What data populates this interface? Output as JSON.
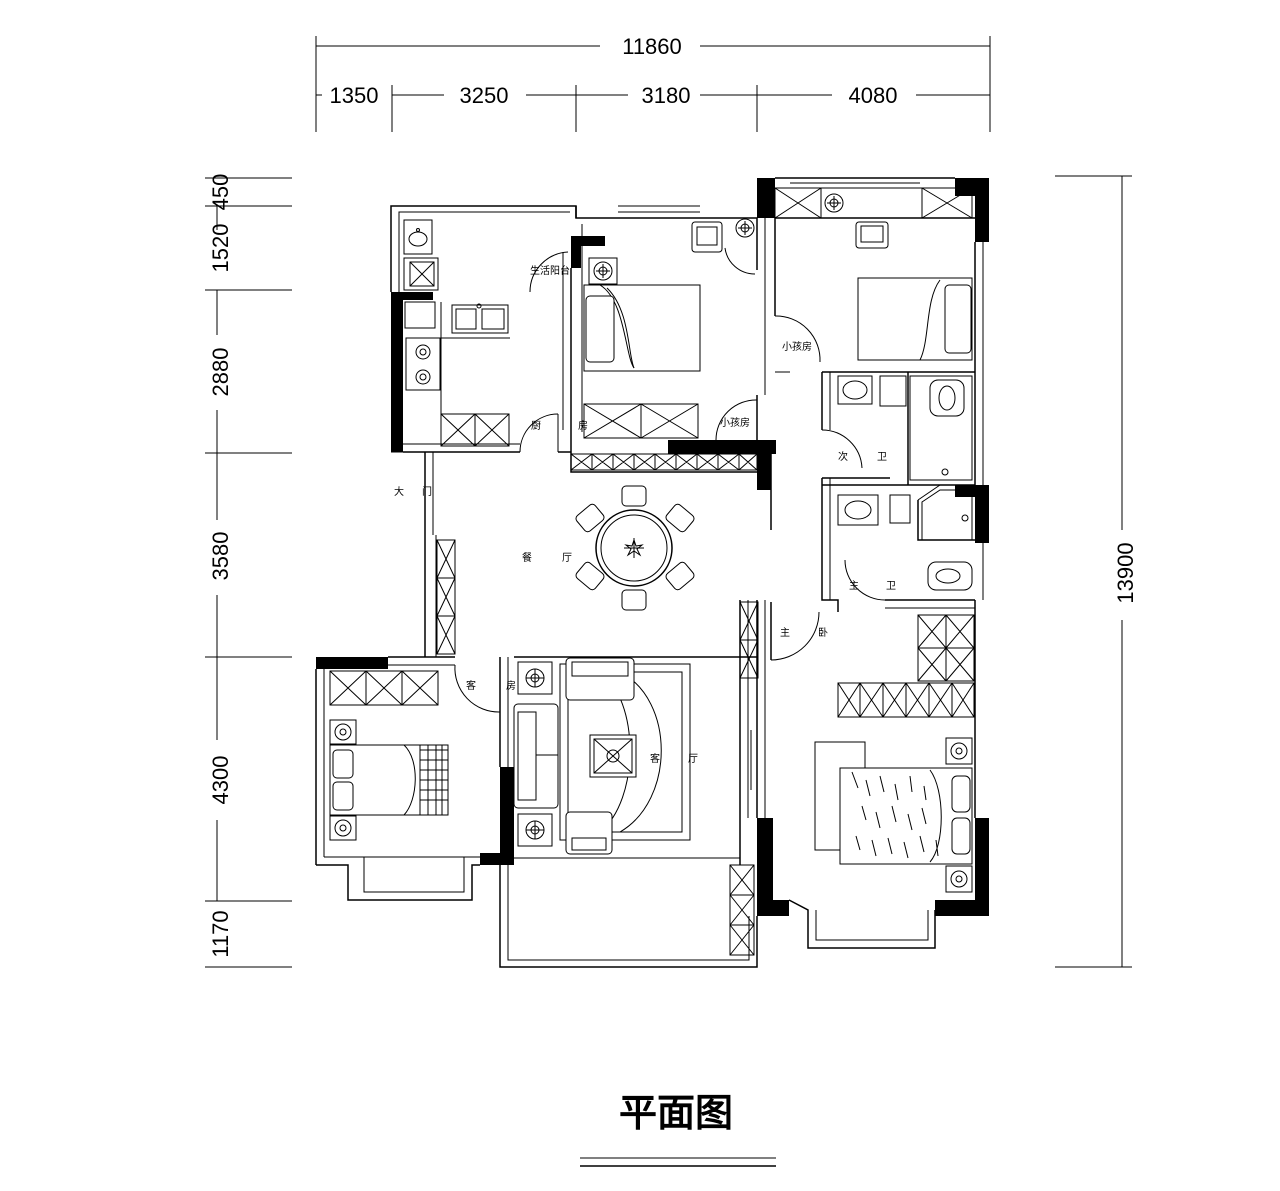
{
  "title": "平面图",
  "dimensions": {
    "top_total": "11860",
    "top": [
      "1350",
      "3250",
      "3180",
      "4080"
    ],
    "left": [
      "450",
      "1520",
      "2880",
      "3580",
      "4300",
      "1170"
    ],
    "right_total": "13900"
  },
  "rooms": {
    "utility_balcony": "生活阳台",
    "kitchen_a": "厨",
    "kitchen_b": "房",
    "kid_room_a": "小孩房",
    "kid_room_b": "小孩房",
    "second_bath_a": "次",
    "second_bath_b": "卫",
    "entrance_a": "大",
    "entrance_b": "门",
    "dining_a": "餐",
    "dining_b": "厅",
    "master_bath_a": "主",
    "master_bath_b": "卫",
    "master_bed_a": "主",
    "master_bed_b": "卧",
    "guest_room_a": "客",
    "guest_room_b": "房",
    "living_a": "客",
    "living_b": "厅"
  },
  "colors": {
    "line": "#000000",
    "background": "#ffffff"
  }
}
